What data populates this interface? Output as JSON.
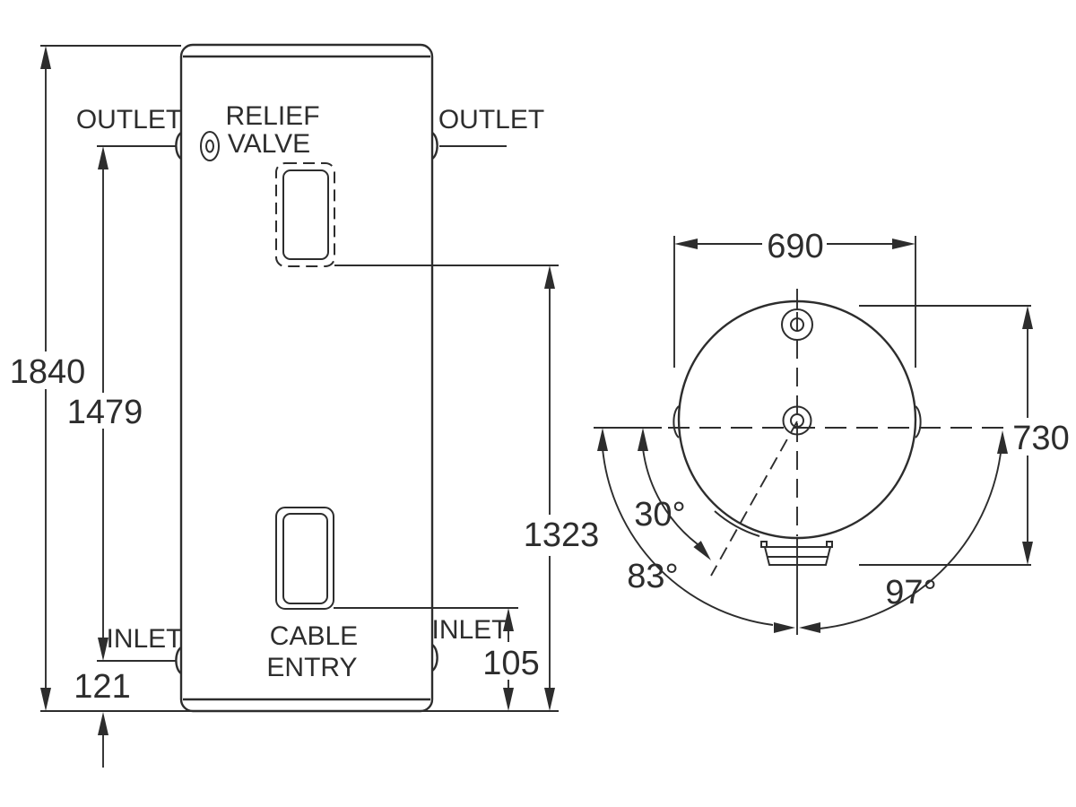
{
  "diagram": {
    "front_view": {
      "outlet_left_label": "OUTLET",
      "outlet_right_label": "OUTLET",
      "relief_valve_label_line1": "RELIEF",
      "relief_valve_label_line2": "VALVE",
      "inlet_left_label": "INLET",
      "inlet_right_label": "INLET",
      "cable_entry_label_line1": "CABLE",
      "cable_entry_label_line2": "ENTRY",
      "dim_overall_height": "1840",
      "dim_outlet_to_inlet": "1479",
      "dim_inlet_from_floor": "121",
      "dim_relief_opening_height": "1323",
      "dim_cable_entry_height": "105"
    },
    "top_view": {
      "dim_width": "690",
      "dim_depth": "730",
      "angle_small": "30°",
      "angle_left": "83°",
      "angle_right": "97°"
    },
    "colors": {
      "line": "#2d2d2d",
      "background": "#ffffff"
    }
  }
}
